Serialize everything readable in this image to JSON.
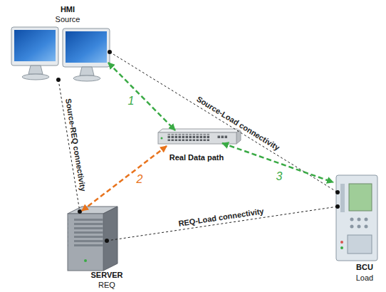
{
  "diagram": {
    "nodes": [
      {
        "text": [
          "HMI",
          "Source"
        ]
      },
      {
        "text": [
          "Real Data path"
        ]
      },
      {
        "text": [
          "SERVER",
          "REQ"
        ]
      },
      {
        "text": [
          "BCU",
          "Load"
        ]
      }
    ],
    "edges": [
      {
        "from": 0,
        "to": 3,
        "label": "Source-Load connectivity",
        "arrow": "none"
      },
      {
        "from": 0,
        "to": 2,
        "label": "Source-REQ connectivity",
        "arrow": "none"
      },
      {
        "from": 2,
        "to": 3,
        "label": "REQ-Load connectivity",
        "arrow": "none"
      },
      {
        "from": 0,
        "to": 1,
        "label": "1",
        "arrow": "both"
      },
      {
        "from": 1,
        "to": 2,
        "label": "2",
        "arrow": "both"
      },
      {
        "from": 1,
        "to": 3,
        "label": "3",
        "arrow": "both"
      }
    ]
  }
}
